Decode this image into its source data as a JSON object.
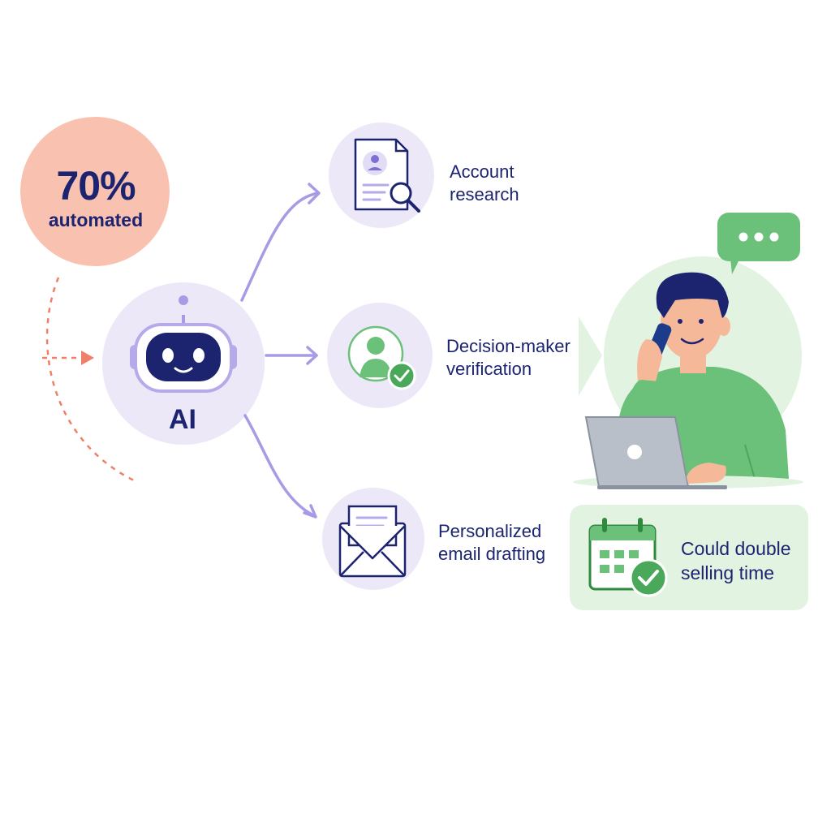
{
  "stat": {
    "value": "70%",
    "label": "automated"
  },
  "ai": {
    "label": "AI"
  },
  "steps": [
    {
      "line1": "Account",
      "line2": "research",
      "icon": "document-search-icon"
    },
    {
      "line1": "Decision-maker",
      "line2": "verification",
      "icon": "user-verified-icon"
    },
    {
      "line1": "Personalized",
      "line2": "email drafting",
      "icon": "envelope-icon"
    }
  ],
  "benefit": {
    "line1": "Could double",
    "line2": "selling time",
    "icon": "calendar-check-icon"
  },
  "colors": {
    "navy": "#1c2470",
    "lavender": "#ece8f8",
    "purple": "#a89be6",
    "coral": "#f9c2b0",
    "coral_line": "#f07f68",
    "green": "#6cc17a",
    "green_light": "#e3f3e2",
    "green_dark": "#2f8a3e"
  }
}
